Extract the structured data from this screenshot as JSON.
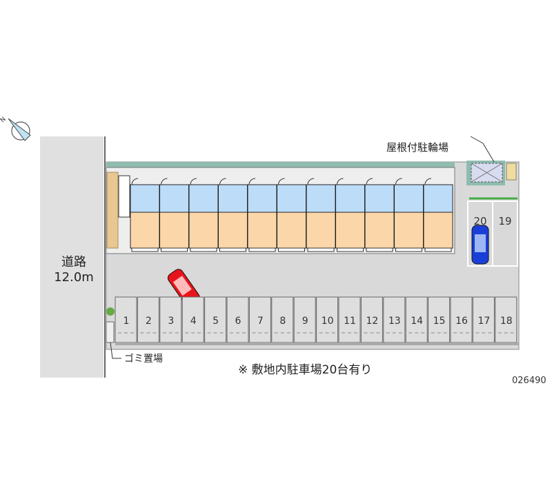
{
  "road": {
    "label": "道路",
    "width": "12.0m"
  },
  "bike_parking_label": "屋根付駐輪場",
  "trash_label": "ゴミ置場",
  "note": "※ 敷地内駐車場20台有り",
  "property_code": "026490",
  "compass": "north-arrow",
  "building": {
    "units_per_row": 11
  },
  "parking": {
    "row_stalls": [
      "1",
      "2",
      "3",
      "4",
      "5",
      "6",
      "7",
      "8",
      "9",
      "10",
      "11",
      "12",
      "13",
      "14",
      "15",
      "16",
      "17",
      "18"
    ],
    "side_stalls": [
      "20",
      "19"
    ]
  },
  "colors": {
    "road": "#e0e0e0",
    "lot": "#d9d9d9",
    "upper_floor": "#bcdcf8",
    "lower_floor": "#fbd6a8",
    "roof_edge": "#8fbcb0",
    "car_red": "#e8141c",
    "car_blue": "#1a3fd8"
  }
}
